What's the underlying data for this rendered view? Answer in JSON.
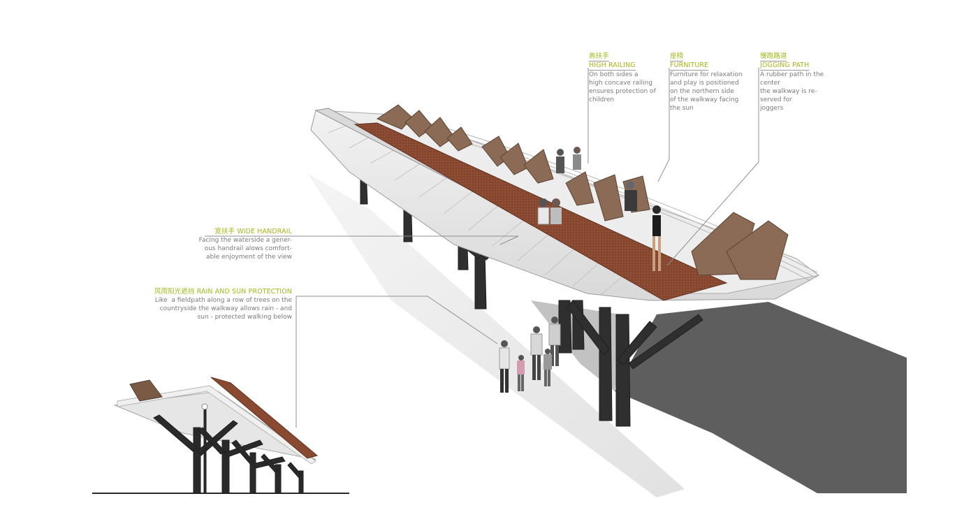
{
  "labels": {
    "high_railing": {
      "title": "高扶手\nHIGH RAILING",
      "zh": "高扶手",
      "en": "HIGH RAILING",
      "desc": "On both sides a\nhigh concave railing\nensures protection of\nchildren"
    },
    "furniture": {
      "zh": "座椅",
      "en": "FURNITURE",
      "desc": "Furniture for relaxation\nand play is positioned\non the northern side\nof the walkway facing\nthe sun"
    },
    "jogging_path": {
      "zh": "慢跑路道",
      "en": "JOGGING PATH",
      "desc": "A rubber path in the\ncenter\nthe walkway is re-\nserved for\njoggers"
    },
    "wide_handrail": {
      "heading": "宽扶手  WIDE HANDRAIL",
      "desc": "Facing the waterside a gener-\nous handrail alows comfort-\nable enjoyment of the view"
    },
    "rain_sun": {
      "heading": "风雨阳光遮挡  RAIN AND SUN PROTECTION",
      "desc": "Like  a fieldpath along a row of trees on the\ncountryside the walkway allows rain - and\nsun - protected walking below"
    }
  },
  "colors": {
    "accent_green": "#a2b71a",
    "text_gray": "#7a7a7a",
    "rubber_path": "#8a4a32",
    "wood": "#8b6b55",
    "structure": "#2d2d2d",
    "shadow": "#5e5e5e"
  }
}
